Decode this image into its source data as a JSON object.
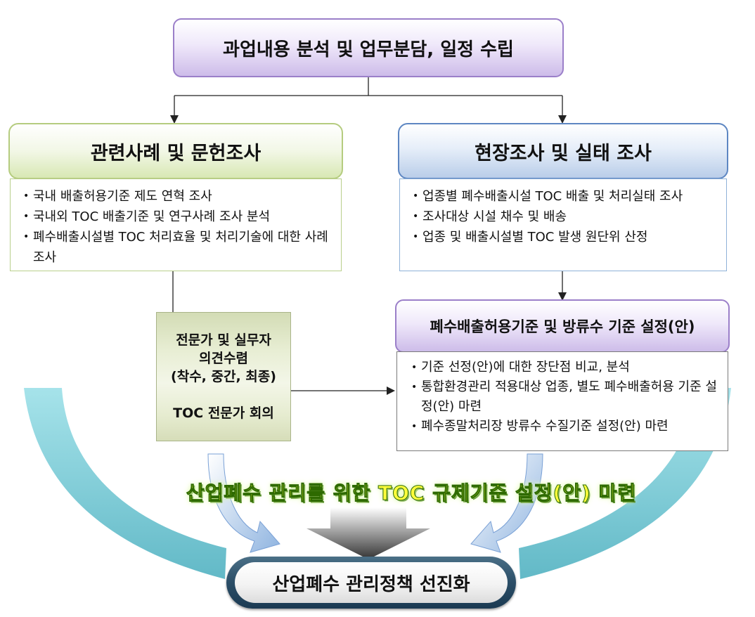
{
  "top": {
    "title": "과업내용 분석 및 업무분담, 일정 수립"
  },
  "left": {
    "title": "관련사례 및 문헌조사",
    "items": [
      "국내 배출허용기준 제도 연혁 조사",
      "국내외 TOC 배출기준 및 연구사례 조사 분석",
      "폐수배출시설별 TOC 처리효율 및 처리기술에 대한 사례조사"
    ]
  },
  "right": {
    "title": "현장조사 및 실태 조사",
    "items": [
      "업종별 폐수배출시설 TOC 배출 및 처리실태 조사",
      "조사대상 시설 채수 및 배송",
      "업종 및 배출시설별 TOC 발생 원단위 산정"
    ]
  },
  "middle": {
    "line1": "전문가 및 실무자",
    "line2": "의견수렴",
    "line3": "(착수, 중간, 최종)",
    "line4": "TOC 전문가 회의"
  },
  "criteria": {
    "title": "폐수배출허용기준 및 방류수 기준 설정(안)",
    "items": [
      "기준 선정(안)에 대한 장단점 비교, 분석",
      "통합환경관리 적용대상 업종, 별도 폐수배출허용 기준 설정(안) 마련",
      "폐수종말처리장 방류수 수질기준 설정(안) 마련"
    ]
  },
  "banner": {
    "text": "산업폐수 관리를 위한 TOC 규제기준 설정(안) 마련"
  },
  "final": {
    "text": "산업폐수 관리정책 선진화"
  },
  "colors": {
    "purple_box": "#cdbce9",
    "green_box": "#d8e8b4",
    "blue_box": "#b9cde9",
    "arc_teal": "#8fd3dc",
    "banner_yellow": "#ffff3b",
    "final_navy": "#1b3a52"
  }
}
